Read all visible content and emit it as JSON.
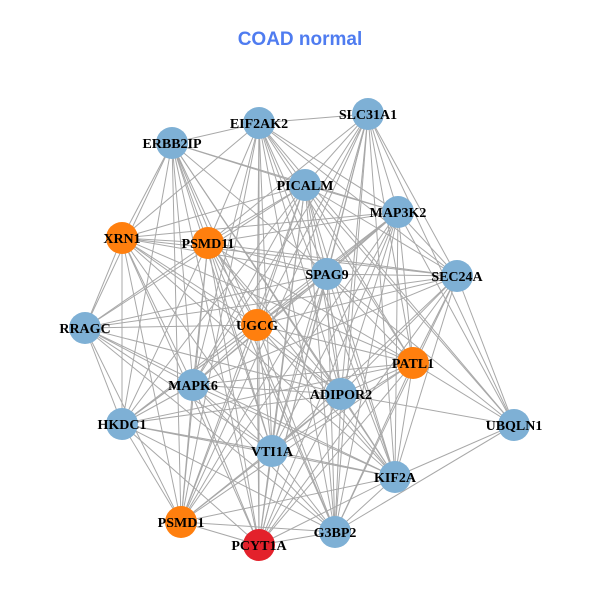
{
  "title": "COAD normal",
  "colors": {
    "blue": "#7eb0d5",
    "orange": "#ff7f0e",
    "red": "#e3212b",
    "edge": "#a8a8a8"
  },
  "nodes": [
    {
      "id": "SLC31A1",
      "color": "blue"
    },
    {
      "id": "EIF2AK2",
      "color": "blue"
    },
    {
      "id": "ERBB2IP",
      "color": "blue"
    },
    {
      "id": "PICALM",
      "color": "blue"
    },
    {
      "id": "MAP3K2",
      "color": "blue"
    },
    {
      "id": "XRN1",
      "color": "orange"
    },
    {
      "id": "PSMD11",
      "color": "orange"
    },
    {
      "id": "SPAG9",
      "color": "blue"
    },
    {
      "id": "SEC24A",
      "color": "blue"
    },
    {
      "id": "RRAGC",
      "color": "blue"
    },
    {
      "id": "UGCG",
      "color": "orange"
    },
    {
      "id": "PATL1",
      "color": "orange"
    },
    {
      "id": "MAPK6",
      "color": "blue"
    },
    {
      "id": "ADIPOR2",
      "color": "blue"
    },
    {
      "id": "HKDC1",
      "color": "blue"
    },
    {
      "id": "UBQLN1",
      "color": "blue"
    },
    {
      "id": "VTI1A",
      "color": "blue"
    },
    {
      "id": "KIF2A",
      "color": "blue"
    },
    {
      "id": "PSMD1",
      "color": "orange"
    },
    {
      "id": "G3BP2",
      "color": "blue"
    },
    {
      "id": "PCYT1A",
      "color": "red"
    }
  ],
  "adjacency": {
    "0": [
      1,
      3,
      4,
      6,
      7,
      8,
      10,
      11,
      12,
      13,
      15,
      16,
      17,
      18,
      19,
      20
    ],
    "1": [
      2,
      3,
      4,
      5,
      6,
      7,
      8,
      10,
      11,
      12,
      13,
      15,
      16,
      17,
      18,
      19,
      20
    ],
    "2": [
      3,
      4,
      5,
      6,
      7,
      9,
      10,
      12,
      13,
      14,
      16,
      17,
      18,
      19,
      20
    ],
    "3": [
      4,
      5,
      6,
      7,
      8,
      9,
      10,
      11,
      12,
      13,
      14,
      15,
      16,
      17,
      18,
      19,
      20
    ],
    "4": [
      5,
      6,
      7,
      8,
      10,
      11,
      12,
      13,
      14,
      15,
      16,
      17,
      18,
      19,
      20
    ],
    "5": [
      6,
      7,
      8,
      9,
      10,
      11,
      12,
      13,
      14,
      16,
      17,
      18,
      20
    ],
    "6": [
      7,
      8,
      9,
      10,
      11,
      12,
      13,
      14,
      16,
      17,
      18,
      19,
      20
    ],
    "7": [
      8,
      9,
      10,
      11,
      12,
      13,
      14,
      15,
      16,
      17,
      18,
      19,
      20
    ],
    "8": [
      9,
      10,
      11,
      12,
      13,
      15,
      16,
      17,
      19,
      20
    ],
    "9": [
      10,
      12,
      13,
      14,
      16,
      17,
      18,
      19
    ],
    "10": [
      11,
      12,
      13,
      14,
      16,
      17,
      18,
      19,
      20
    ],
    "11": [
      12,
      13,
      14,
      15,
      16,
      17,
      18,
      19,
      20
    ],
    "12": [
      13,
      14,
      16,
      17,
      18,
      19,
      20
    ],
    "13": [
      14,
      15,
      16,
      17,
      18,
      19,
      20
    ],
    "14": [
      16,
      17,
      18,
      19,
      20
    ],
    "15": [
      17,
      19
    ],
    "16": [
      17,
      18,
      19,
      20
    ],
    "17": [
      18,
      19,
      20
    ],
    "18": [
      19,
      20
    ],
    "19": [
      20
    ]
  }
}
